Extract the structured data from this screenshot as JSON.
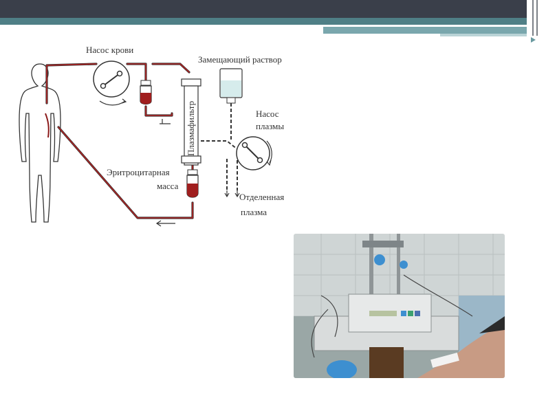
{
  "diagram": {
    "blood_pump_label": "Насос крови",
    "replacement_solution_label": "Замещающий раствор",
    "plasma_pump_label_line1": "Насос",
    "plasma_pump_label_line2": "плазмы",
    "plasma_filter_label": "Плазмафильтр",
    "red_cell_mass_label_line1": "Эритроцитарная",
    "red_cell_mass_label_line2": "масса",
    "separated_plasma_label_line1": "Отделенная",
    "separated_plasma_label_line2": "плазма"
  },
  "colors": {
    "header_dark": "#3a3f4a",
    "header_teal": "#4f7f86",
    "blood_line": "#8b1a1a",
    "blood_bag": "#a01e1e"
  }
}
